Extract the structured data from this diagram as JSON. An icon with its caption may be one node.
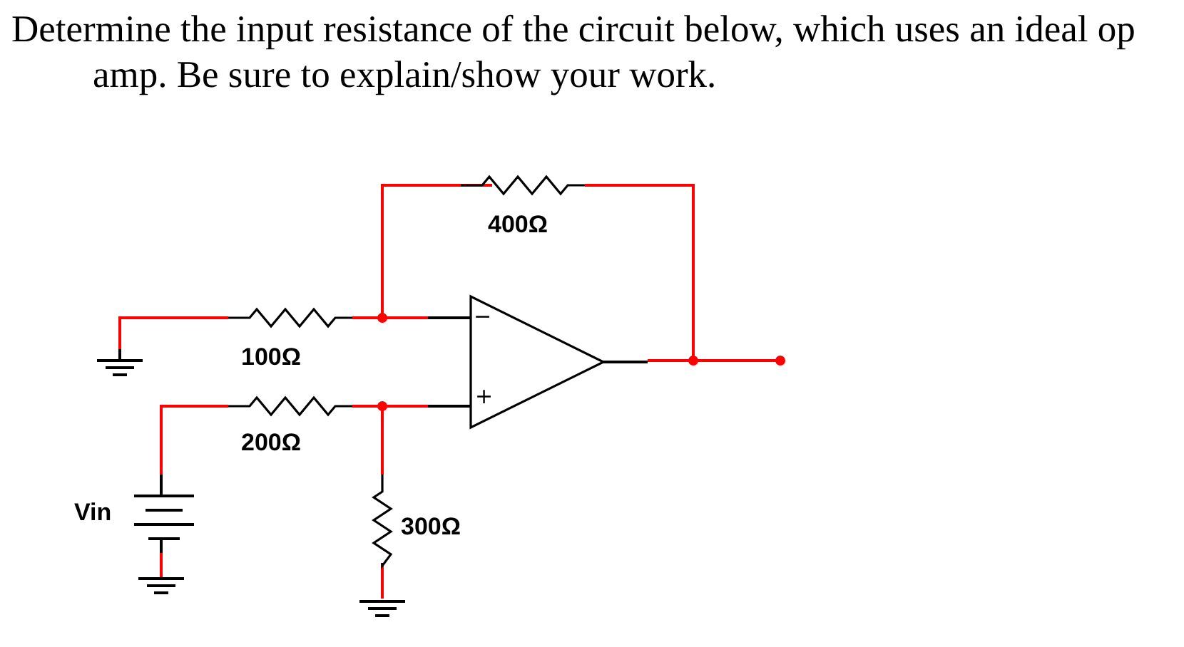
{
  "diagram": {
    "title": "Determine the input resistance of the circuit below, which uses an ideal op amp. Be sure to explain/show your work.",
    "labels": [
      "400Ω",
      "100Ω",
      "200Ω",
      "Vin",
      "300Ω",
      "−",
      "+"
    ]
  }
}
